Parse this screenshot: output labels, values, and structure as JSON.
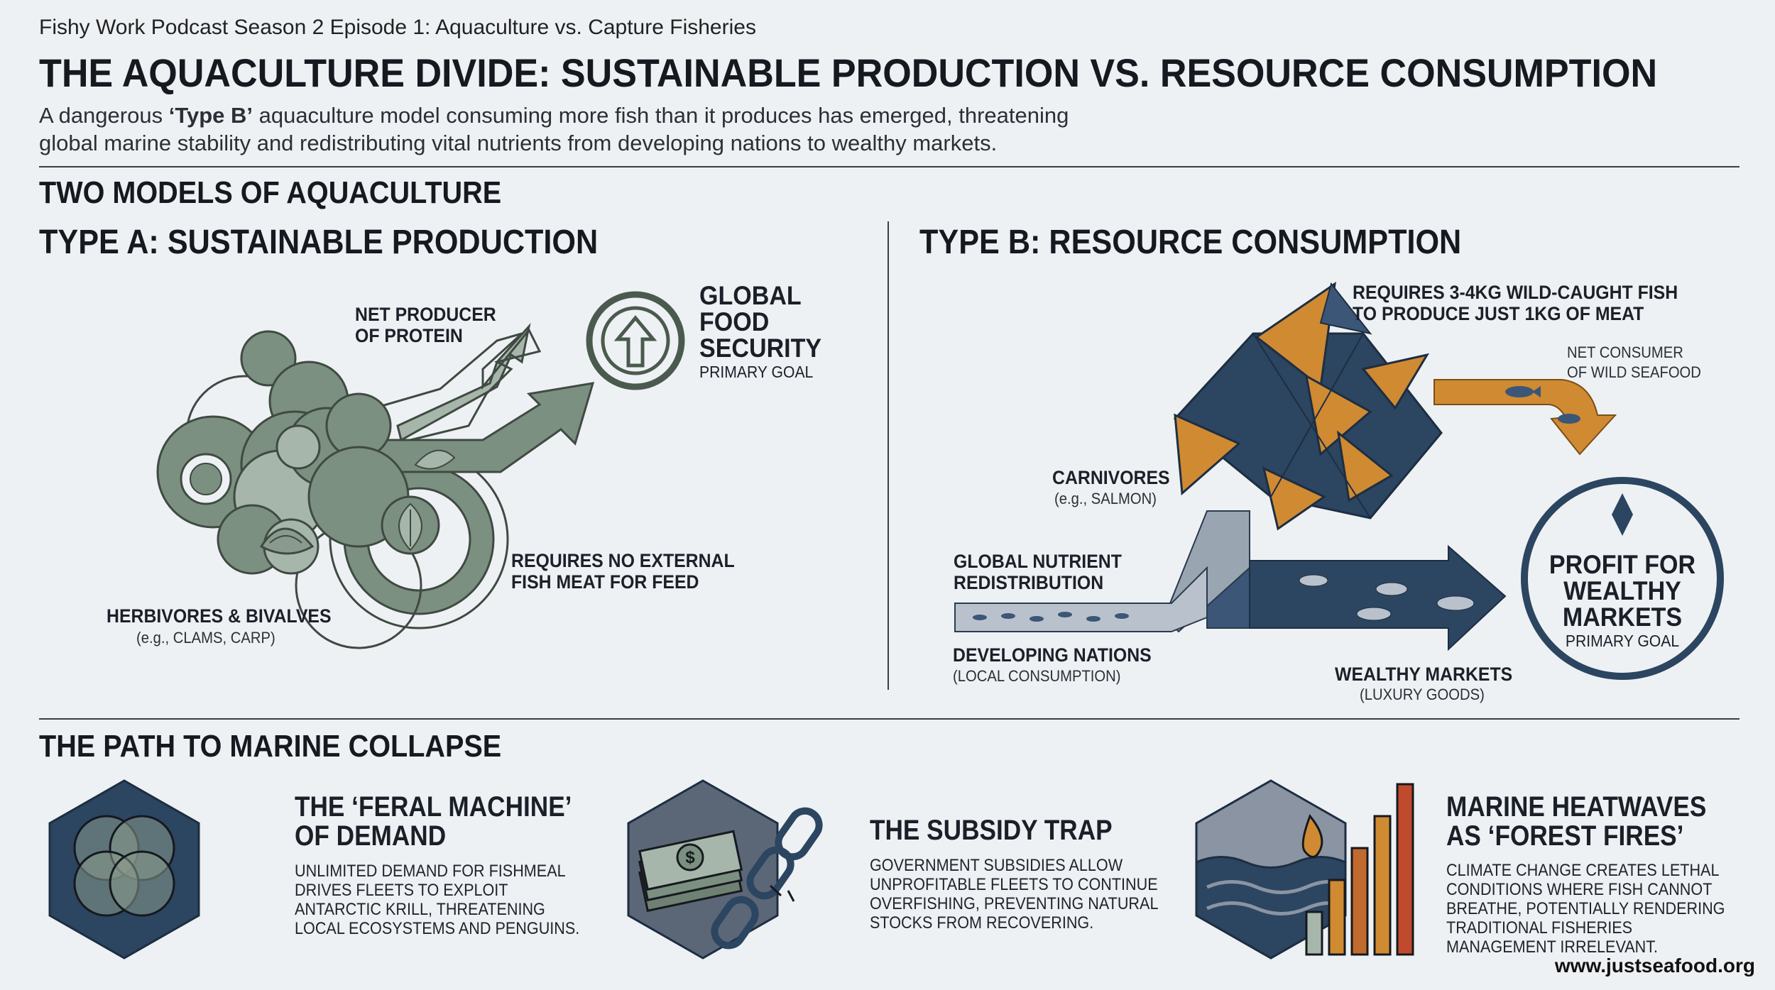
{
  "header": {
    "series": "Fishy Work Podcast Season 2 Episode 1: Aquaculture vs. Capture Fisheries",
    "title": "THE AQUACULTURE DIVIDE: SUSTAINABLE PRODUCTION VS. RESOURCE CONSUMPTION",
    "subtitle_pre": "A dangerous ",
    "subtitle_emph": "‘Type B’",
    "subtitle_post": " aquaculture model consuming more fish than it produces has emerged, threatening global marine stability and redistributing vital nutrients from developing nations to wealthy markets."
  },
  "models": {
    "heading": "TWO MODELS OF AQUACULTURE",
    "type_a": {
      "heading": "TYPE A: SUSTAINABLE PRODUCTION",
      "net_producer_1": "NET PRODUCER",
      "net_producer_2": "OF PROTEIN",
      "goal_1": "GLOBAL",
      "goal_2": "FOOD",
      "goal_3": "SECURITY",
      "goal_sub": "PRIMARY GOAL",
      "feed_1": "REQUIRES NO EXTERNAL",
      "feed_2": "FISH MEAT FOR FEED",
      "species": "HERBIVORES & BIVALVES",
      "species_eg": "(e.g., CLAMS, CARP)"
    },
    "type_b": {
      "heading": "TYPE B: RESOURCE CONSUMPTION",
      "requires_1": "REQUIRES 3-4KG WILD-CAUGHT FISH",
      "requires_2": "TO PRODUCE JUST 1KG OF MEAT",
      "net_consumer_1": "NET CONSUMER",
      "net_consumer_2": "OF WILD SEAFOOD",
      "species": "CARNIVORES",
      "species_eg": "(e.g., SALMON)",
      "redistribution_1": "GLOBAL NUTRIENT",
      "redistribution_2": "REDISTRIBUTION",
      "developing": "DEVELOPING NATIONS",
      "developing_sub": "(LOCAL CONSUMPTION)",
      "wealthy": "WEALTHY MARKETS",
      "wealthy_sub": "(LUXURY GOODS)",
      "goal_1": "PROFIT FOR",
      "goal_2": "WEALTHY",
      "goal_3": "MARKETS",
      "goal_sub": "PRIMARY GOAL"
    }
  },
  "collapse": {
    "heading": "THE PATH TO MARINE COLLAPSE",
    "cards": [
      {
        "title_1": "THE ‘FERAL MACHINE’",
        "title_2": "OF DEMAND",
        "body": "UNLIMITED DEMAND FOR FISHMEAL DRIVES FLEETS TO EXPLOIT ANTARCTIC KRILL, THREATENING LOCAL ECOSYSTEMS AND PENGUINS."
      },
      {
        "title_1": "THE SUBSIDY TRAP",
        "title_2": "",
        "body": "GOVERNMENT SUBSIDIES ALLOW UNPROFITABLE FLEETS TO CONTINUE OVERFISHING, PREVENTING NATURAL STOCKS FROM RECOVERING."
      },
      {
        "title_1": "MARINE HEATWAVES",
        "title_2": "AS ‘FOREST FIRES’",
        "body": "CLIMATE CHANGE CREATES LETHAL CONDITIONS WHERE FISH CANNOT BREATHE, POTENTIALLY RENDERING TRADITIONAL FISHERIES MANAGEMENT IRRELEVANT."
      }
    ]
  },
  "footer": {
    "url": "www.justseafood.org"
  },
  "colors": {
    "background": "#eef1f4",
    "sage": "#7b9080",
    "sage_dark": "#3f4a42",
    "navy": "#2c4560",
    "orange": "#d08a32",
    "slate": "#5b6777"
  },
  "icons": [
    "up-arrow-icon",
    "leaf-icon",
    "fish-icon",
    "diamond-icon",
    "venn-icon",
    "money-icon",
    "broken-chain-icon",
    "flame-icon",
    "wave-icon",
    "bar-chart-icon"
  ]
}
